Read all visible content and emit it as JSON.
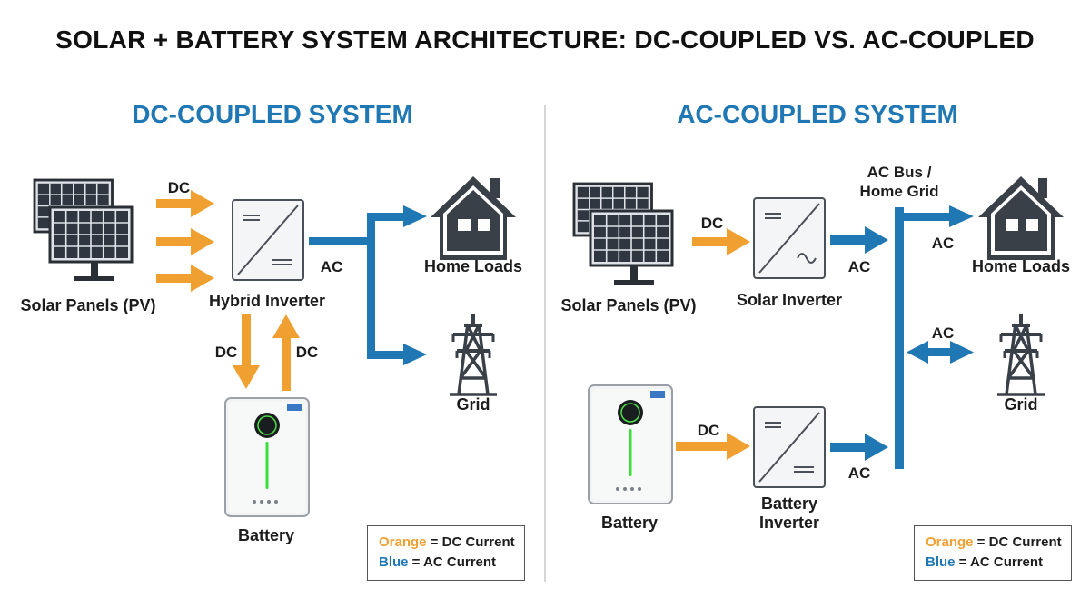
{
  "title": "SOLAR + BATTERY SYSTEM ARCHITECTURE: DC-COUPLED VS. AC-COUPLED",
  "colors": {
    "dc": "#f0a030",
    "ac": "#1f78b4",
    "title_blue": "#1f78b4",
    "icon_dark": "#3a4048",
    "battery_led": "#39e03c"
  },
  "dc_system": {
    "title": "DC-COUPLED SYSTEM",
    "solar_label": "Solar Panels (PV)",
    "inverter_label": "Hybrid Inverter",
    "battery_label": "Battery",
    "home_label": "Home Loads",
    "grid_label": "Grid",
    "flow_pv_dc": "DC",
    "flow_ac": "AC",
    "flow_down_dc": "DC",
    "flow_up_dc": "DC",
    "legend": {
      "orange": "Orange",
      "orange_desc": " = DC Current",
      "blue": "Blue",
      "blue_desc": " = AC Current"
    }
  },
  "ac_system": {
    "title": "AC-COUPLED SYSTEM",
    "solar_label": "Solar Panels (PV)",
    "solar_inverter_label": "Solar Inverter",
    "battery_label": "Battery",
    "battery_inverter_label_1": "Battery",
    "battery_inverter_label_2": "Inverter",
    "bus_label_1": "AC Bus /",
    "bus_label_2": "Home Grid",
    "home_label": "Home Loads",
    "grid_label": "Grid",
    "flow_pv_dc": "DC",
    "flow_solar_ac": "AC",
    "flow_home_ac": "AC",
    "flow_grid_ac": "AC",
    "flow_batt_dc": "DC",
    "flow_batt_ac": "AC",
    "legend": {
      "orange": "Orange",
      "orange_desc": " = DC Current",
      "blue": "Blue",
      "blue_desc": " = AC Current"
    }
  }
}
